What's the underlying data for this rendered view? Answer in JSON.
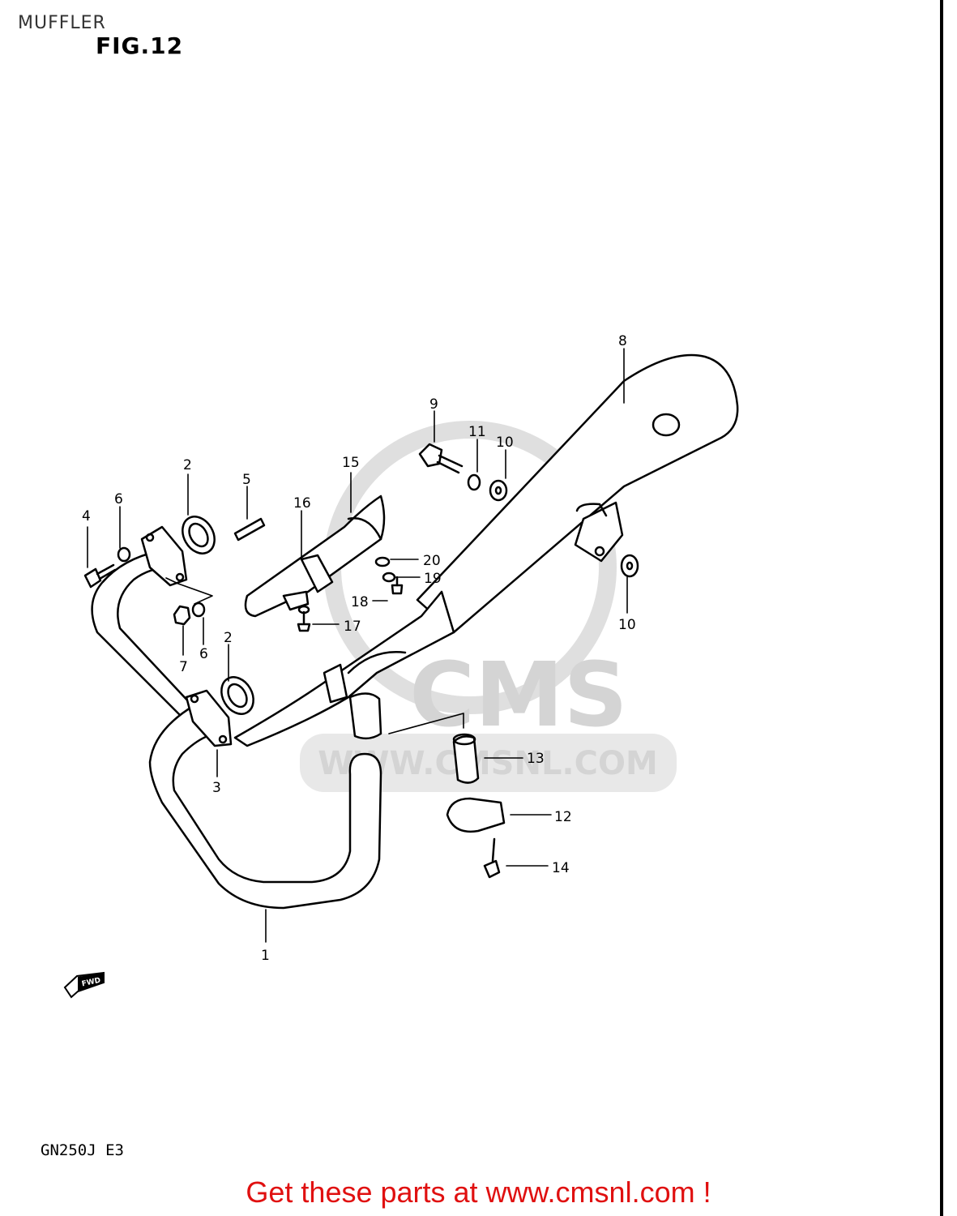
{
  "header": {
    "page_title": "MUFFLER",
    "figure_label": "FIG.12"
  },
  "watermark": {
    "logo_text": "CMS",
    "url_text": "WWW.CMSNL.COM"
  },
  "diagram": {
    "fwd_label": "FWD",
    "callouts": [
      {
        "id": "c1",
        "text": "1"
      },
      {
        "id": "c2a",
        "text": "2"
      },
      {
        "id": "c2b",
        "text": "2"
      },
      {
        "id": "c3",
        "text": "3"
      },
      {
        "id": "c4",
        "text": "4"
      },
      {
        "id": "c5",
        "text": "5"
      },
      {
        "id": "c6a",
        "text": "6"
      },
      {
        "id": "c6b",
        "text": "6"
      },
      {
        "id": "c7",
        "text": "7"
      },
      {
        "id": "c8",
        "text": "8"
      },
      {
        "id": "c9",
        "text": "9"
      },
      {
        "id": "c10a",
        "text": "10"
      },
      {
        "id": "c10b",
        "text": "10"
      },
      {
        "id": "c11",
        "text": "11"
      },
      {
        "id": "c12",
        "text": "12"
      },
      {
        "id": "c13",
        "text": "13"
      },
      {
        "id": "c14",
        "text": "14"
      },
      {
        "id": "c15",
        "text": "15"
      },
      {
        "id": "c16",
        "text": "16"
      },
      {
        "id": "c17",
        "text": "17"
      },
      {
        "id": "c18",
        "text": "18"
      },
      {
        "id": "c19",
        "text": "19"
      },
      {
        "id": "c20",
        "text": "20"
      }
    ]
  },
  "footer": {
    "model_code": "GN250J  E3",
    "promo_text": "Get these parts at www.cmsnl.com !"
  }
}
